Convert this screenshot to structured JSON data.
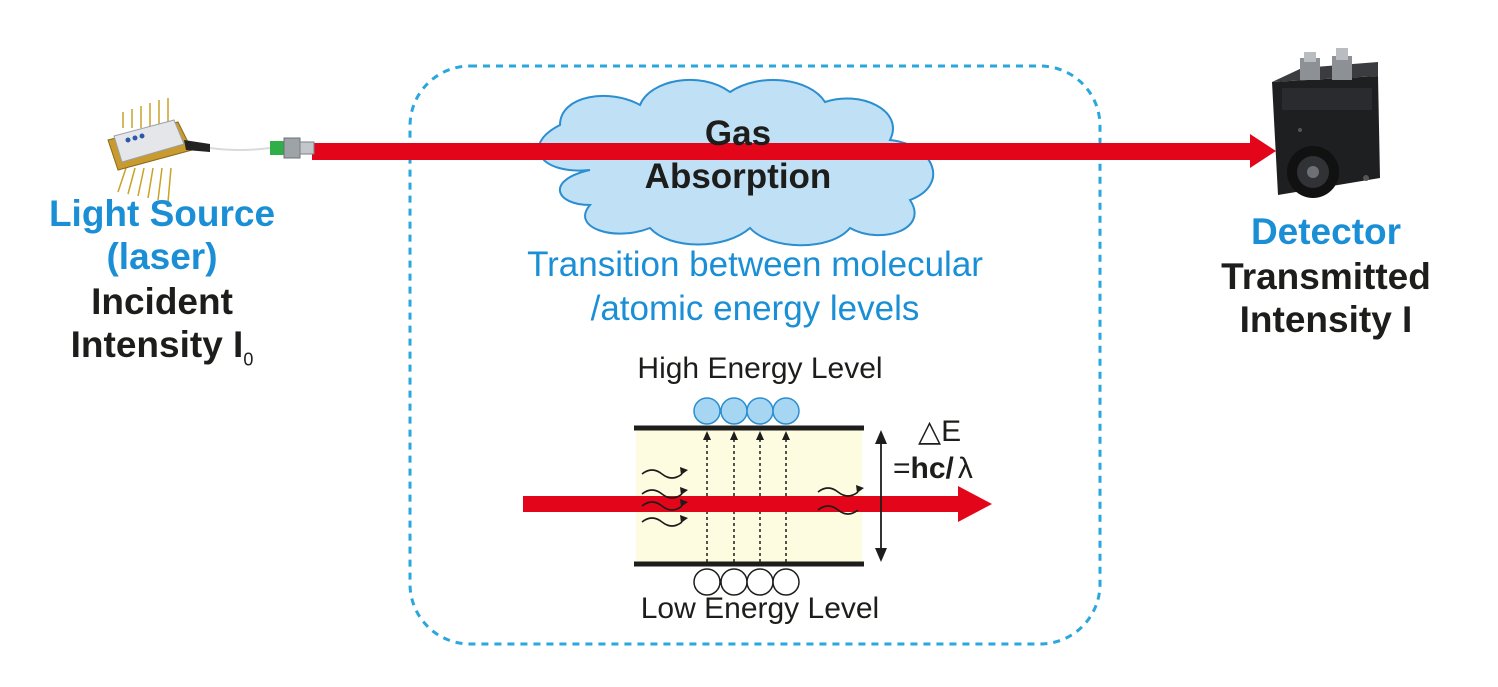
{
  "source": {
    "title_line1": "Light Source",
    "title_line2": "(laser)",
    "intensity_line1": "Incident",
    "intensity_line2": "Intensity I",
    "intensity_subscript": "0"
  },
  "detector": {
    "title": "Detector",
    "intensity_line1": "Transmitted",
    "intensity_line2": "Intensity I"
  },
  "cloud": {
    "line1": "Gas",
    "line2": "Absorption"
  },
  "transition": {
    "line1": "Transition between molecular",
    "line2": "/atomic energy levels"
  },
  "levels": {
    "high": "High Energy Level",
    "low": "Low Energy Level",
    "delta_e": "△E",
    "formula_prefix": "=",
    "formula_bold": "hc/",
    "formula_lambda": "λ"
  },
  "colors": {
    "beam": "#e3061a",
    "accent_blue": "#1a8fd6",
    "cloud_fill": "#bfe0f5",
    "cloud_stroke": "#2a8ed0",
    "dashed_border": "#2aa7dc",
    "medium_fill": "#fdfbe0",
    "high_level_particle": "#a6d6f2",
    "low_level_particle": "#ffffff",
    "text_dark": "#1d1d1b"
  }
}
